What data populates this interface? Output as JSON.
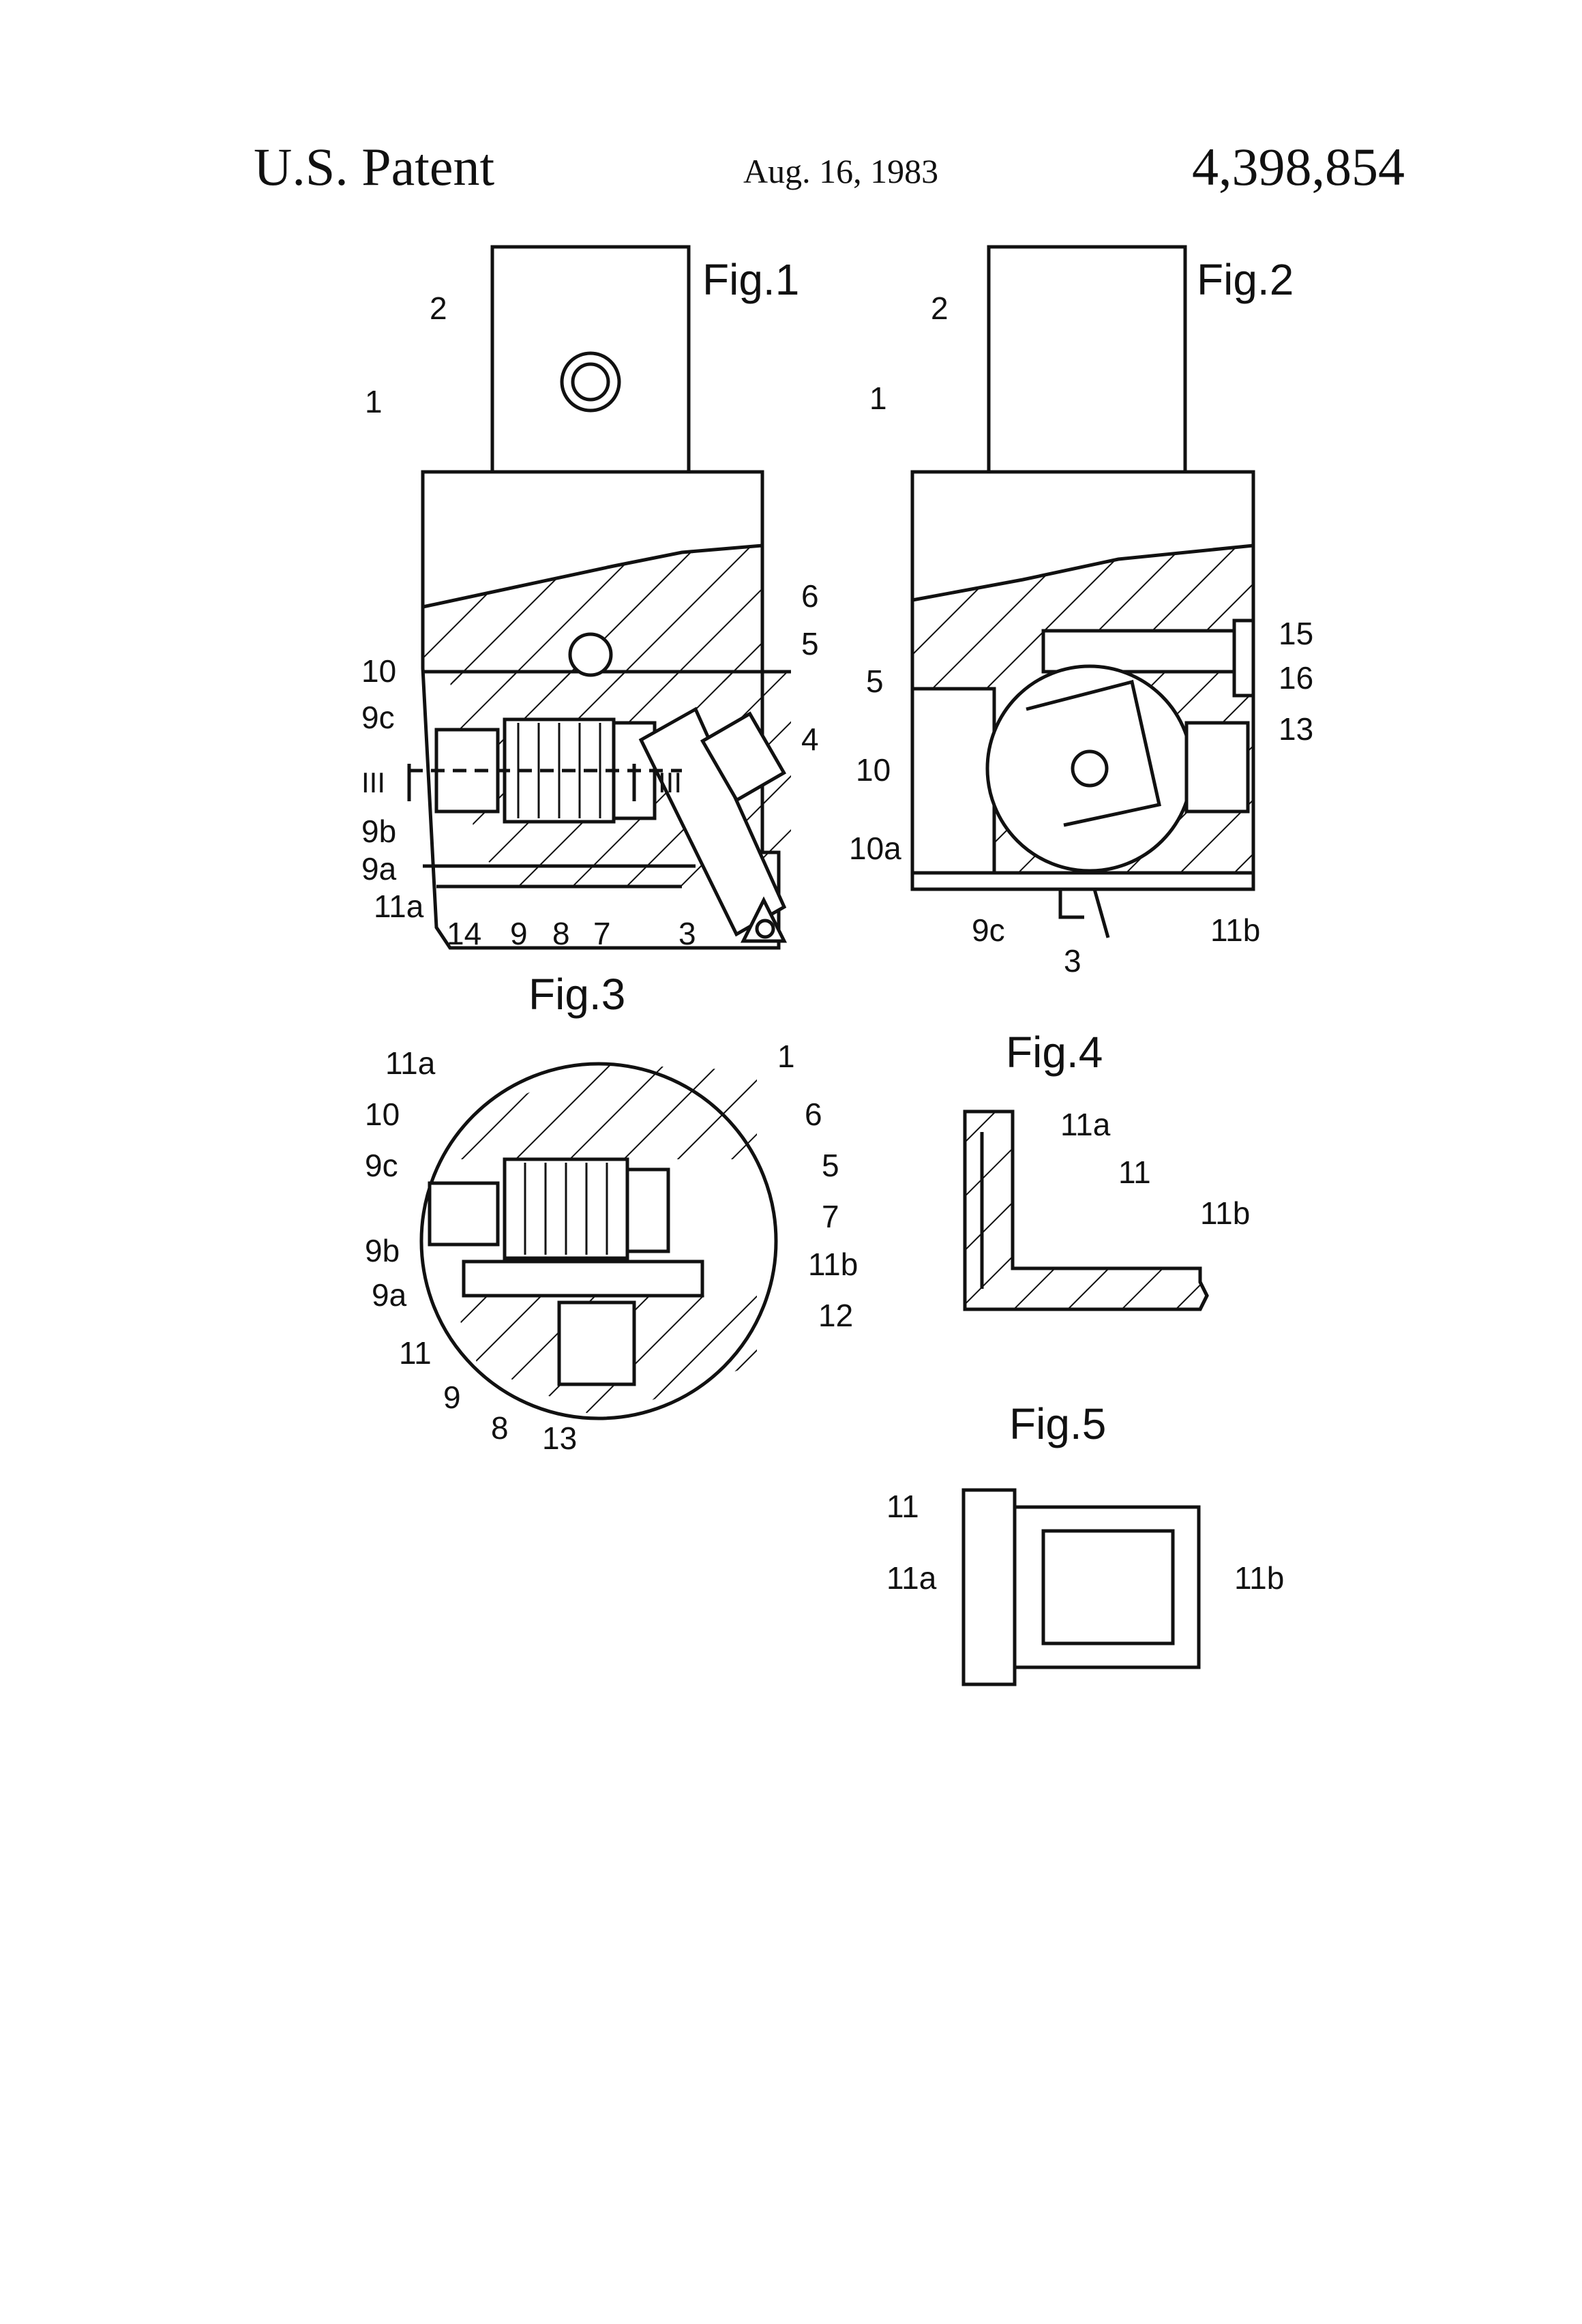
{
  "header": {
    "left": "U.S. Patent",
    "date": "Aug. 16, 1983",
    "number": "4,398,854"
  },
  "figures": {
    "fig1": {
      "title": "Fig.1",
      "labels": [
        "2",
        "1",
        "6",
        "5",
        "10",
        "9c",
        "III",
        "III",
        "4",
        "9b",
        "9a",
        "11a",
        "14",
        "9",
        "8",
        "7",
        "3"
      ]
    },
    "fig2": {
      "title": "Fig.2",
      "labels": [
        "2",
        "1",
        "15",
        "16",
        "5",
        "13",
        "10",
        "10a",
        "9c",
        "3",
        "11b"
      ]
    },
    "fig3": {
      "title": "Fig.3",
      "labels": [
        "11a",
        "1",
        "10",
        "6",
        "9c",
        "5",
        "7",
        "9b",
        "11b",
        "9a",
        "12",
        "11",
        "9",
        "8",
        "13"
      ]
    },
    "fig4": {
      "title": "Fig.4",
      "labels": [
        "11a",
        "11",
        "11b"
      ]
    },
    "fig5": {
      "title": "Fig.5",
      "labels": [
        "11",
        "11a",
        "11b"
      ]
    }
  }
}
